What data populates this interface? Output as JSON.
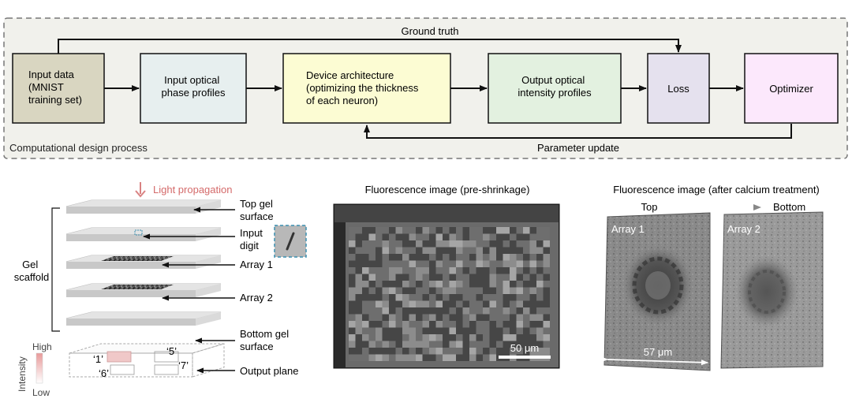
{
  "pipeline": {
    "frame_label": "Computational design process",
    "ground_truth_label": "Ground truth",
    "parameter_update_label": "Parameter update",
    "boxes": [
      {
        "lines": [
          "Input data",
          "(MNIST",
          "training set)"
        ],
        "color": "#d9d6c1"
      },
      {
        "lines": [
          "Input optical",
          "phase profiles"
        ],
        "color": "#e7efef"
      },
      {
        "lines": [
          "Device architecture",
          "(optimizing the thickness",
          "of each neuron)"
        ],
        "color": "#fcfcd3"
      },
      {
        "lines": [
          "Output optical",
          "intensity profiles"
        ],
        "color": "#e3f1e0"
      },
      {
        "lines": [
          "Loss"
        ],
        "color": "#e5e1ee"
      },
      {
        "lines": [
          "Optimizer"
        ],
        "color": "#fce8fc"
      }
    ]
  },
  "stack": {
    "light_label": "Light propagation",
    "scaffold_label": [
      "Gel",
      "scaffold"
    ],
    "layer_labels": [
      [
        "Top gel",
        "surface"
      ],
      [
        "Input",
        "digit"
      ],
      [
        "Array 1"
      ],
      [
        "Array 2"
      ],
      [
        "Bottom gel",
        "surface"
      ],
      [
        "Output plane"
      ]
    ],
    "output_digits": [
      "‘1’",
      "‘5’",
      "‘6’",
      "‘7’"
    ],
    "intensity_label": "Intensity",
    "intensity_high": "High",
    "intensity_low": "Low"
  },
  "pre_image": {
    "title": "Fluorescence image (pre-shrinkage)",
    "scale_bar": "50 μm"
  },
  "post_image": {
    "title": "Fluorescence image (after calcium treatment)",
    "top_label": "Top",
    "bottom_label": "Bottom",
    "array1_label": "Array 1",
    "array2_label": "Array 2",
    "width_label": "57 μm"
  },
  "colors": {
    "frame_bg": "#f1f1ec",
    "light_arrow": "#d98282",
    "pixel_highlight": "#f0c8c8",
    "digit_marker": "#3b8fb0"
  }
}
